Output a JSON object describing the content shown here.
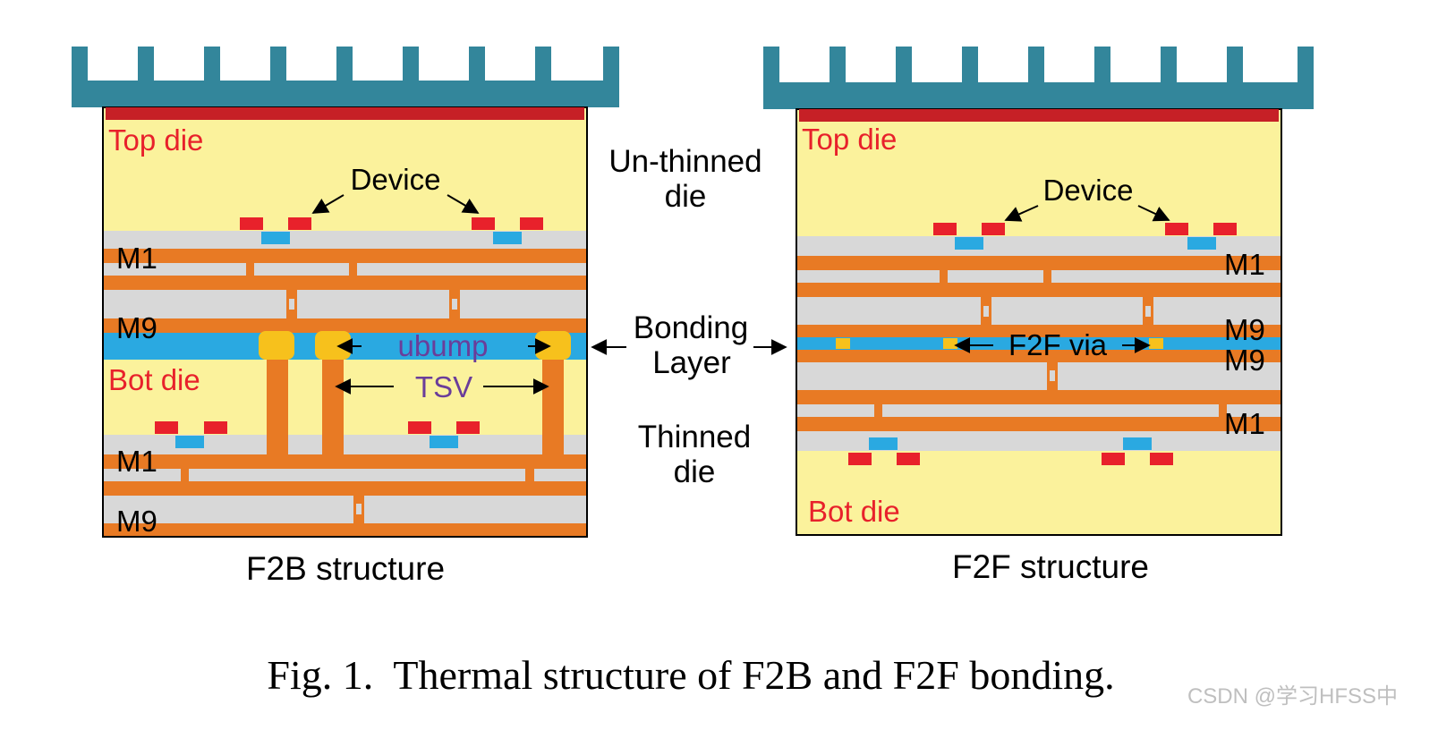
{
  "labels": {
    "top_die": "Top die",
    "bot_die": "Bot die",
    "device": "Device",
    "m1": "M1",
    "m9": "M9",
    "ubump": "ubump",
    "tsv": "TSV",
    "f2f_via": "F2F via",
    "un_thinned_line1": "Un-thinned",
    "un_thinned_line2": "die",
    "bonding_line1": "Bonding",
    "bonding_line2": "Layer",
    "thinned_line1": "Thinned",
    "thinned_line2": "die",
    "f2b_title": "F2B structure",
    "f2f_title": "F2F structure"
  },
  "caption": "Fig. 1.  Thermal structure of F2B and F2F bonding.",
  "watermark": "CSDN @学习HFSS中",
  "colors": {
    "heatsink": "#33869b",
    "heat_spreader": "#c62026",
    "die": "#fbf29c",
    "metal": "#e87a24",
    "dielectric": "#d8d8d8",
    "bonding": "#2aa9e1",
    "ubump": "#f7c11c",
    "device_red": "#e8212b",
    "device_blue": "#2aa9e1",
    "label_red": "#e8212b",
    "label_purple": "#6a3d9a"
  }
}
